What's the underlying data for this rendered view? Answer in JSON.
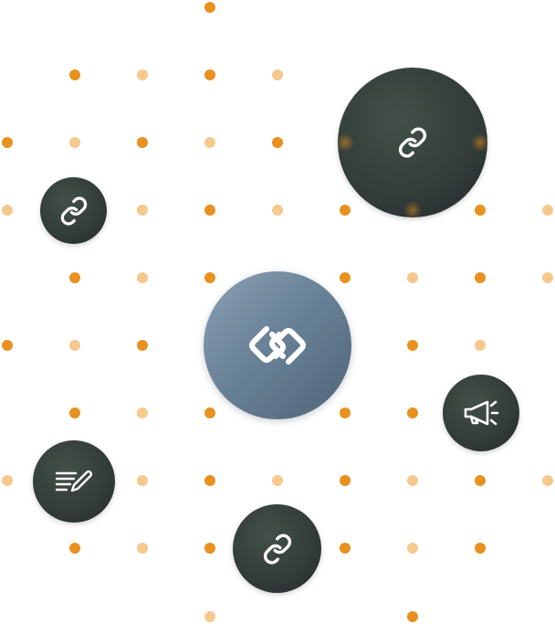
{
  "colors": {
    "background": "#ffffff",
    "dot_strong": "#e8911f",
    "dot_light": "#f5c98d",
    "bubble_dark": "#333d3a",
    "hub_gradient_start": "#8aa0b4",
    "hub_gradient_end": "#4f6578",
    "icon": "#ffffff"
  },
  "nodes": [
    {
      "id": "large-link",
      "icon": "link-icon"
    },
    {
      "id": "left-link",
      "icon": "link-icon"
    },
    {
      "id": "hub",
      "icon": "hub-link-icon"
    },
    {
      "id": "megaphone",
      "icon": "megaphone-icon"
    },
    {
      "id": "edit-notes",
      "icon": "edit-notes-icon"
    },
    {
      "id": "bottom-link",
      "icon": "link-icon"
    }
  ]
}
